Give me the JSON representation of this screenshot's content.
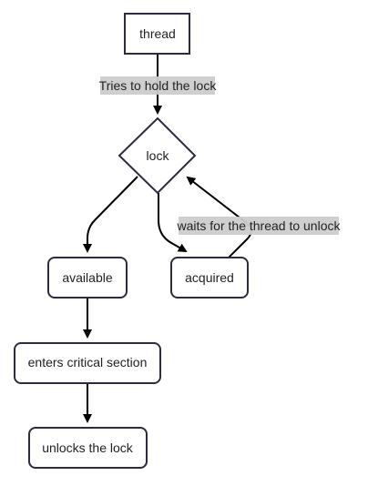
{
  "nodes": {
    "thread": "thread",
    "lock": "lock",
    "available": "available",
    "acquired": "acquired",
    "critical": "enters critical section",
    "unlocks": "unlocks the lock"
  },
  "edge_labels": {
    "thread_to_lock": "Tries to hold the lock",
    "acquired_to_lock": "waits for the thread to unlock"
  },
  "colors": {
    "node_border": "#2f2a3f",
    "edge": "#000000",
    "label_background": "#cccccc"
  }
}
